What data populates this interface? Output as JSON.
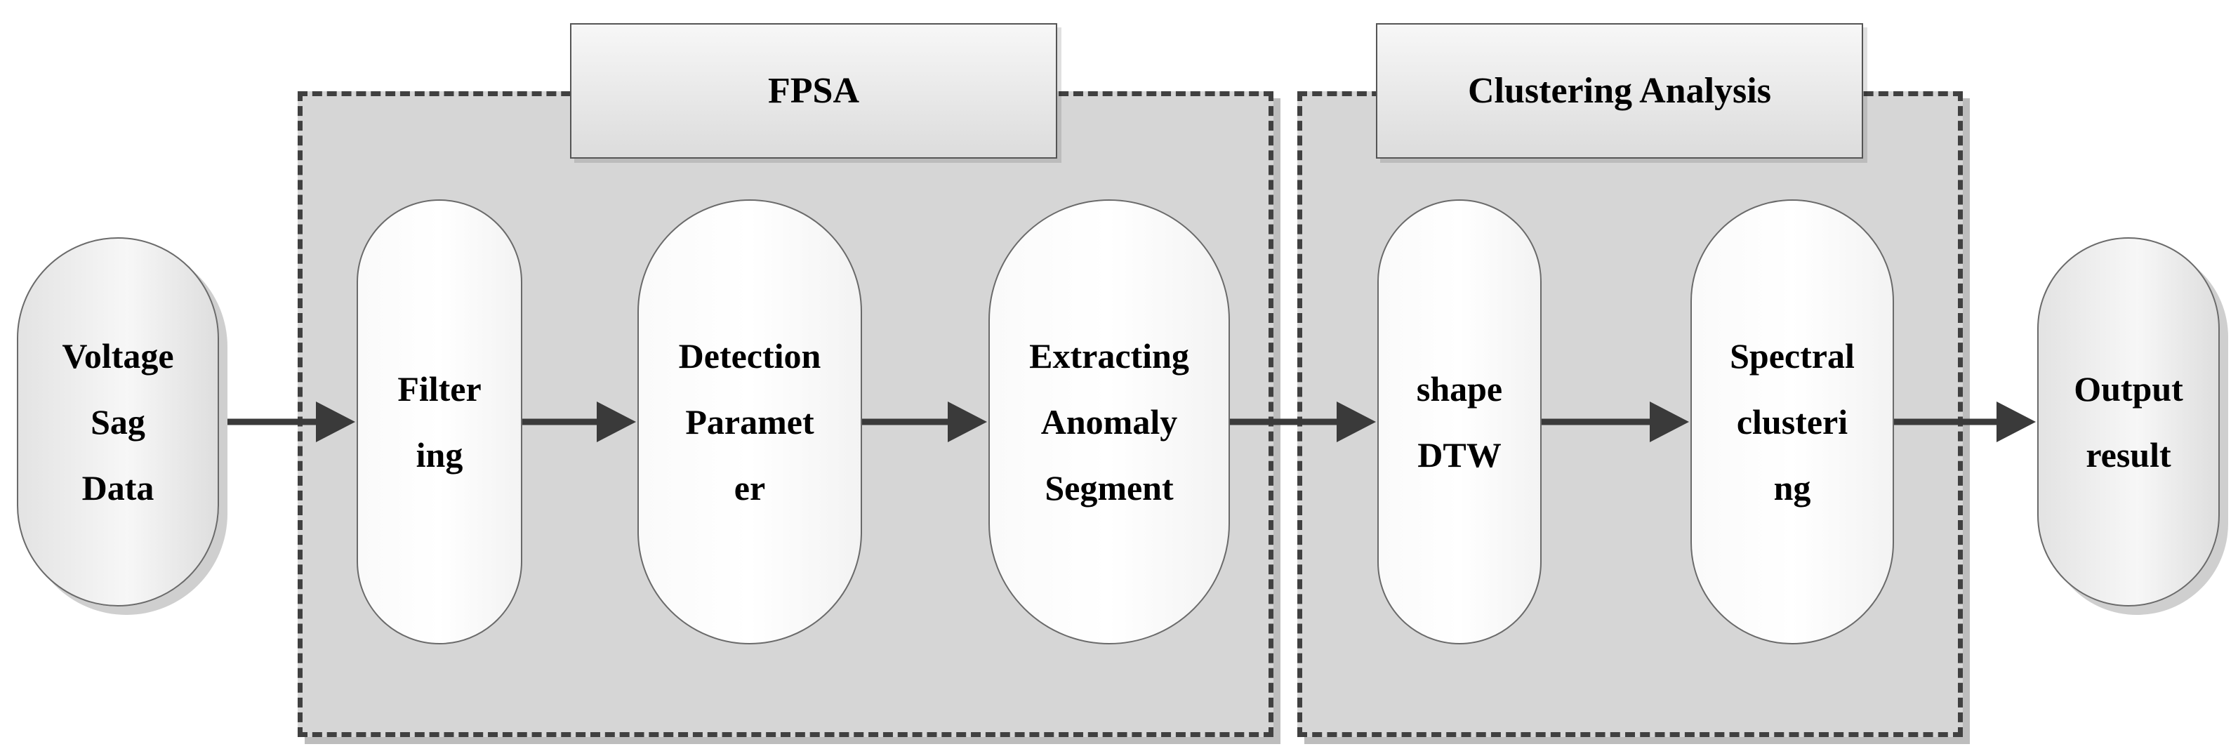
{
  "groups": {
    "fpsa": {
      "title": "FPSA"
    },
    "clustering": {
      "title": "Clustering Analysis"
    }
  },
  "nodes": {
    "voltage_sag_data": "Voltage\nSag\nData",
    "filtering": "Filter\ning",
    "detection_parameter": "Detection\nParamet\ner",
    "extracting_anomaly_segment": "Extracting\nAnomaly\nSegment",
    "shape_dtw": "shape\nDTW",
    "spectral_clustering": "Spectral\nclusteri\nng",
    "output_result": "Output\nresult"
  },
  "colors": {
    "group_fill": "#d6d6d6",
    "dash_border": "#404040",
    "arrow": "#3a3a3a"
  }
}
